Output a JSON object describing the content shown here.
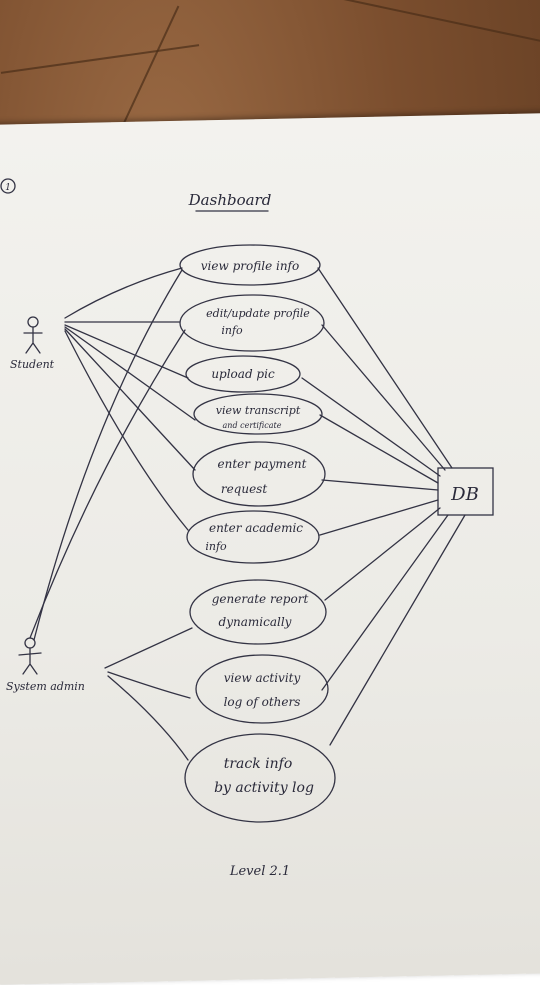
{
  "diagram": {
    "page_number": "1",
    "title": "Dashboard",
    "footer": "Level 2.1",
    "actors": [
      {
        "id": "student",
        "label": "Student"
      },
      {
        "id": "admin",
        "label": "System admin"
      }
    ],
    "database": {
      "label": "DB"
    },
    "use_cases": [
      {
        "id": "uc1",
        "lines": [
          "view profile info"
        ]
      },
      {
        "id": "uc2",
        "lines": [
          "edit/update profile",
          "info"
        ]
      },
      {
        "id": "uc3",
        "lines": [
          "upload pic"
        ]
      },
      {
        "id": "uc4",
        "lines": [
          "view transcript",
          "and certificate"
        ]
      },
      {
        "id": "uc5",
        "lines": [
          "enter payment",
          "request"
        ]
      },
      {
        "id": "uc6",
        "lines": [
          "enter academic",
          "info"
        ]
      },
      {
        "id": "uc7",
        "lines": [
          "generate report",
          "dynamically"
        ]
      },
      {
        "id": "uc8",
        "lines": [
          "view activity",
          "log of others"
        ]
      },
      {
        "id": "uc9",
        "lines": [
          "track info",
          "by activity log"
        ]
      }
    ]
  }
}
